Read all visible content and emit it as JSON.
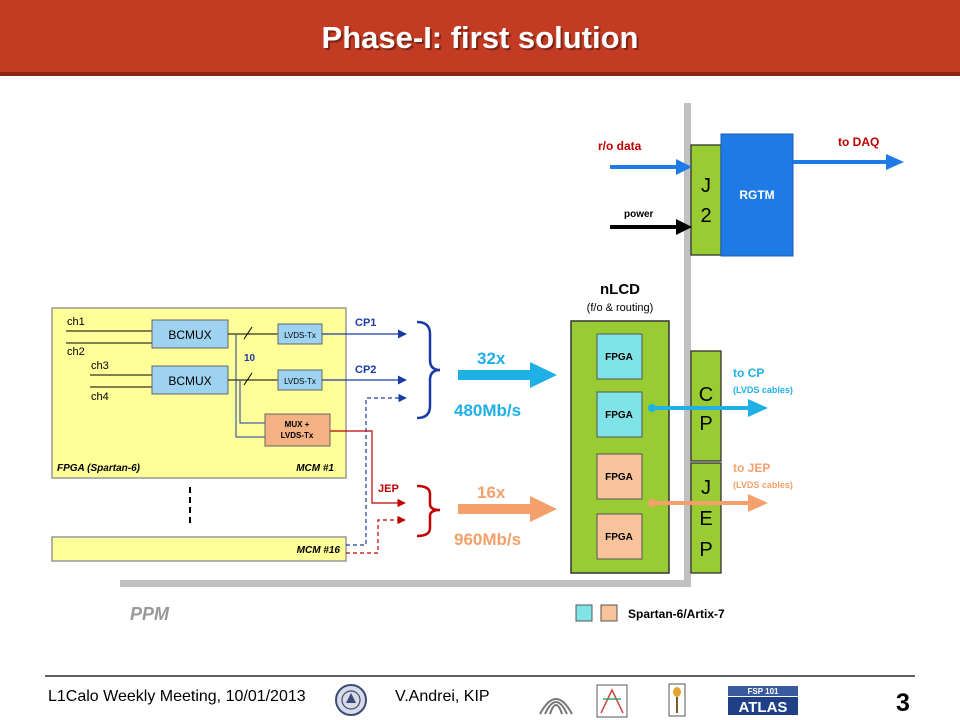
{
  "title": "Phase-I: first solution",
  "mcm1": {
    "channels": [
      "ch1",
      "ch2",
      "ch3",
      "ch4"
    ],
    "bcmux": [
      "BCMUX",
      "BCMUX"
    ],
    "lvds_tx": [
      "LVDS-Tx",
      "LVDS-Tx"
    ],
    "bus_width": "10",
    "mux_lvds": [
      "MUX +",
      "LVDS-Tx"
    ],
    "fpga_label": "FPGA (Spartan-6)",
    "mcm_label": "MCM #1"
  },
  "mcm16_label": "MCM #16",
  "links": {
    "cp1": "CP1",
    "cp2": "CP2",
    "jep": "JEP",
    "cp_count": "32x",
    "cp_rate": "480Mb/s",
    "jep_count": "16x",
    "jep_rate": "960Mb/s"
  },
  "nlcd": {
    "title": "nLCD",
    "subtitle": "(f/o & routing)",
    "fpgas": [
      "FPGA",
      "FPGA",
      "FPGA",
      "FPGA"
    ]
  },
  "connectors": {
    "j2": [
      "J",
      "2"
    ],
    "cp": [
      "C",
      "P"
    ],
    "jep": [
      "J",
      "E",
      "P"
    ]
  },
  "rgtm": "RGTM",
  "ro_data": "r/o data",
  "power": "power",
  "to_daq": "to DAQ",
  "to_cp": "to CP",
  "to_cp_sub": "(LVDS cables)",
  "to_jep": "to JEP",
  "to_jep_sub": "(LVDS cables)",
  "ppm": "PPM",
  "legend_label": "Spartan-6/Artix-7",
  "footer": {
    "meeting": "L1Calo Weekly Meeting, 10/01/2013",
    "author": "V.Andrei, KIP",
    "page": "3",
    "fsp": "FSP 101",
    "atlas": "ATLAS"
  },
  "colors": {
    "title_bar": "#c23b22",
    "mcm_fill": "#ffff99",
    "nlcd_fill": "#99cc33",
    "fpga_cyan": "#7fe3e8",
    "fpga_orange": "#f8c29a",
    "rgtm_blue": "#1e7be6",
    "arrow_cp": "#1fb0e6",
    "arrow_jep": "#f4a06a",
    "backplane": "#bfbfbf"
  }
}
